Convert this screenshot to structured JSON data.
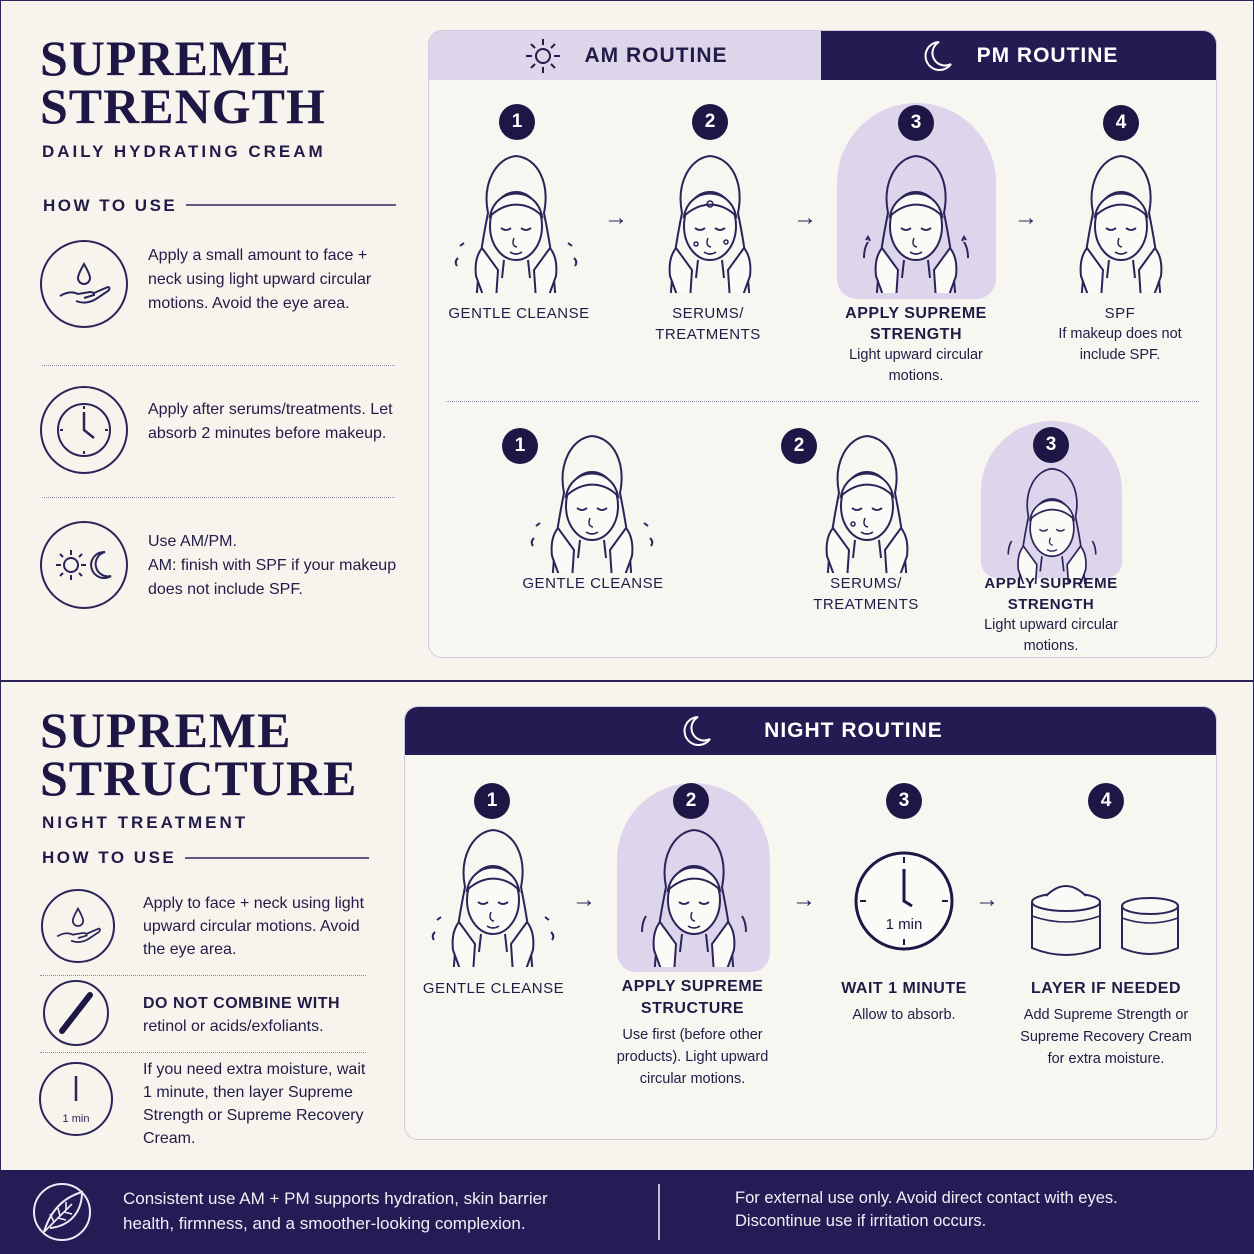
{
  "strength": {
    "title_line1": "SUPREME",
    "title_line2": "STRENGTH",
    "subtitle": "DAILY HYDRATING CREAM",
    "howto": "HOW TO USE",
    "steps": [
      {
        "icon": "drop-hand-icon",
        "text": "Apply a small amount to face + neck using light upward circular motions. Avoid the eye area."
      },
      {
        "icon": "clock-icon",
        "text": "Apply after serums/treatments. Let absorb 2 minutes before makeup."
      },
      {
        "icon": "sun-moon-icon",
        "line1": "Use AM/PM.",
        "line2": "AM: finish with SPF if your makeup does not include SPF."
      }
    ],
    "tabs": {
      "am": "AM ROUTINE",
      "pm": "PM ROUTINE"
    },
    "am_steps": [
      {
        "num": "1",
        "title": "GENTLE CLEANSE",
        "desc": ""
      },
      {
        "num": "2",
        "title": "SERUMS/ TREATMENTS",
        "desc": ""
      },
      {
        "num": "3",
        "title": "APPLY SUPREME STRENGTH",
        "desc": "Light upward circular motions."
      },
      {
        "num": "4",
        "title": "SPF",
        "desc": "If makeup does not include SPF."
      }
    ],
    "pm_steps": [
      {
        "num": "1",
        "title": "GENTLE CLEANSE",
        "desc": ""
      },
      {
        "num": "2",
        "title": "SERUMS/ TREATMENTS",
        "desc": ""
      },
      {
        "num": "3",
        "title": "APPLY SUPREME STRENGTH",
        "desc": "Light upward circular motions."
      }
    ]
  },
  "structure": {
    "title_line1": "SUPREME",
    "title_line2": "STRUCTURE",
    "subtitle": "NIGHT TREATMENT",
    "howto": "HOW TO USE",
    "steps": [
      {
        "icon": "drop-hand-icon",
        "text": "Apply to face + neck using light upward circular motions. Avoid the eye area."
      },
      {
        "icon": "no-combine-icon",
        "bold": "DO NOT COMBINE WITH",
        "text": "retinol or acids/exfoliants."
      },
      {
        "icon": "timer-1min-icon",
        "icon_label": "1 min",
        "text": "If you need extra moisture, wait 1 minute, then layer Supreme Strength or Supreme Recovery Cream."
      }
    ],
    "tab": "NIGHT ROUTINE",
    "night_steps": [
      {
        "num": "1",
        "title": "GENTLE CLEANSE",
        "desc": ""
      },
      {
        "num": "2",
        "title": "APPLY SUPREME STRUCTURE",
        "desc": "Use first (before other products). Light upward circular motions."
      },
      {
        "num": "3",
        "title": "WAIT 1 MINUTE",
        "desc": "Allow to absorb.",
        "clock_label": "1 min"
      },
      {
        "num": "4",
        "title": "LAYER IF NEEDED",
        "desc": "Add Supreme Strength or Supreme Recovery Cream for extra moisture."
      }
    ]
  },
  "footer": {
    "left": "Consistent use AM + PM supports hydration, skin barrier health, firmness, and a smoother-looking complexion.",
    "right": "For external use only. Avoid direct contact with eyes. Discontinue use if irritation occurs."
  },
  "arrow_glyph": "→",
  "colors": {
    "navy": "#231c52",
    "lavender": "#ddd5eb",
    "background": "#f7f4ee"
  }
}
